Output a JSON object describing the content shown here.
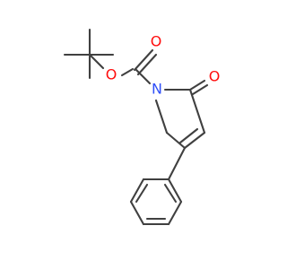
{
  "molecule": {
    "atoms": {
      "o_carbonyl_boc": {
        "symbol": "O",
        "color": "#ff0d0d"
      },
      "o_ester": {
        "symbol": "O",
        "color": "#ff0d0d"
      },
      "o_lactam": {
        "symbol": "O",
        "color": "#ff0d0d"
      },
      "n_ring": {
        "symbol": "N",
        "color": "#3050f8"
      }
    }
  }
}
